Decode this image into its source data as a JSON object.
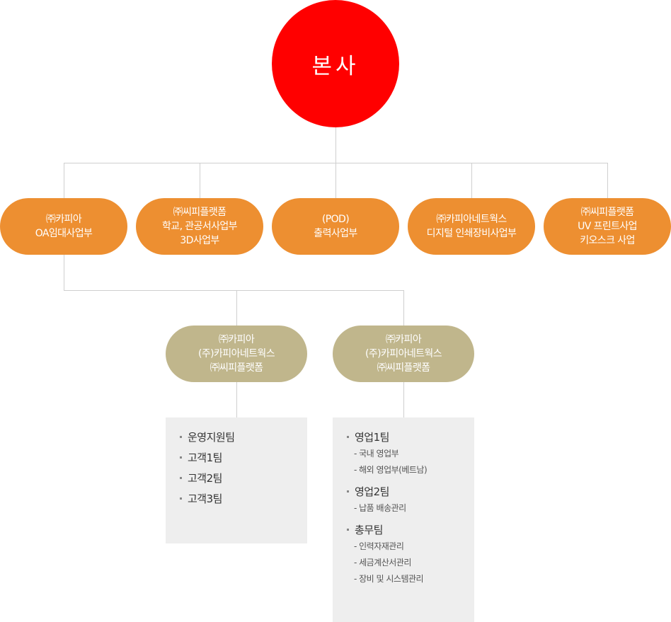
{
  "root": {
    "label": "본사"
  },
  "divisions": [
    {
      "lines": [
        "㈜카피아",
        "OA임대사업부"
      ]
    },
    {
      "lines": [
        "㈜씨피플랫폼",
        "학교, 관공서사업부",
        "3D사업부"
      ]
    },
    {
      "lines": [
        "(POD)",
        "출력사업부"
      ]
    },
    {
      "lines": [
        "㈜카피아네트웍스",
        "디지털 인쇄장비사업부"
      ]
    },
    {
      "lines": [
        "㈜씨피플랫폼",
        "UV 프린트사업",
        "키오스크 사업"
      ]
    }
  ],
  "joint_units": [
    {
      "lines": [
        "㈜카피아",
        "(주)카피아네트웍스",
        "㈜씨피플랫폼"
      ],
      "teams": [
        {
          "name": "운영지원팀"
        },
        {
          "name": "고객1팀"
        },
        {
          "name": "고객2팀"
        },
        {
          "name": "고객3팀"
        }
      ]
    },
    {
      "lines": [
        "㈜카피아",
        "(주)카피아네트웍스",
        "㈜씨피플랫폼"
      ],
      "teams": [
        {
          "name": "영업1팀",
          "subs": [
            "- 국내 영업부",
            "- 해외 영업부(베트남)"
          ]
        },
        {
          "name": "영업2팀",
          "subs": [
            "- 납품 배송관리"
          ]
        },
        {
          "name": "총무팀",
          "subs": [
            "- 인력자재관리",
            "- 세금계산서관리",
            "- 장비 및 시스템관리"
          ]
        }
      ]
    }
  ],
  "colors": {
    "root": "#ff0000",
    "division": "#ed8f31",
    "joint": "#c0b68c",
    "box": "#eeeeee",
    "connector": "#cfcfcf"
  }
}
